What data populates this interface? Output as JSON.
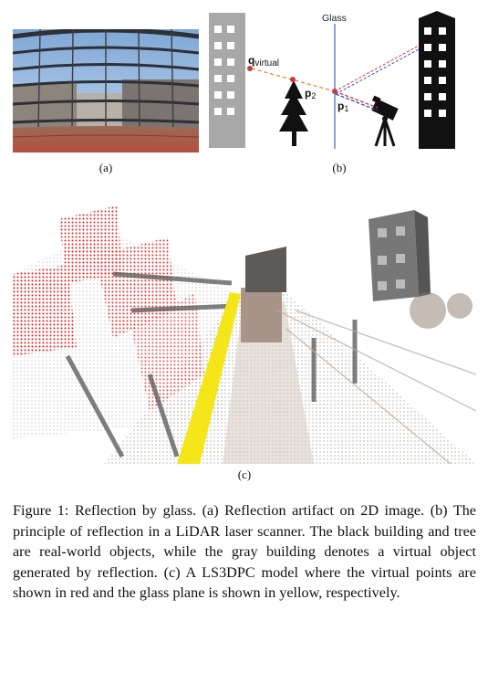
{
  "panel_a": {
    "label": "(a)"
  },
  "panel_b": {
    "label": "(b)",
    "glass_label": "Glass",
    "q_label": "q",
    "q_subscript": "virtual",
    "p2_label": "p",
    "p2_subscript": "2",
    "p1_label": "p",
    "p1_subscript": "1"
  },
  "panel_c": {
    "label": "(c)"
  },
  "caption": {
    "text": "Figure 1: Reflection by glass. (a) Reflection artifact on 2D image. (b) The principle of reflection in a LiDAR laser scanner. The black building and tree are real-world objects, while the gray building denotes a virtual object generated by reflection. (c) A LS3DPC model where the virtual points are shown in red and the glass plane is shown in yellow, respectively."
  },
  "colors": {
    "virtual_points": "#e02020",
    "glass_plane": "#f5e61a",
    "ray_red": "#e03030",
    "ray_blue": "#3050d0",
    "virtual_building": "#a8a8a8",
    "real_building": "#111111"
  }
}
